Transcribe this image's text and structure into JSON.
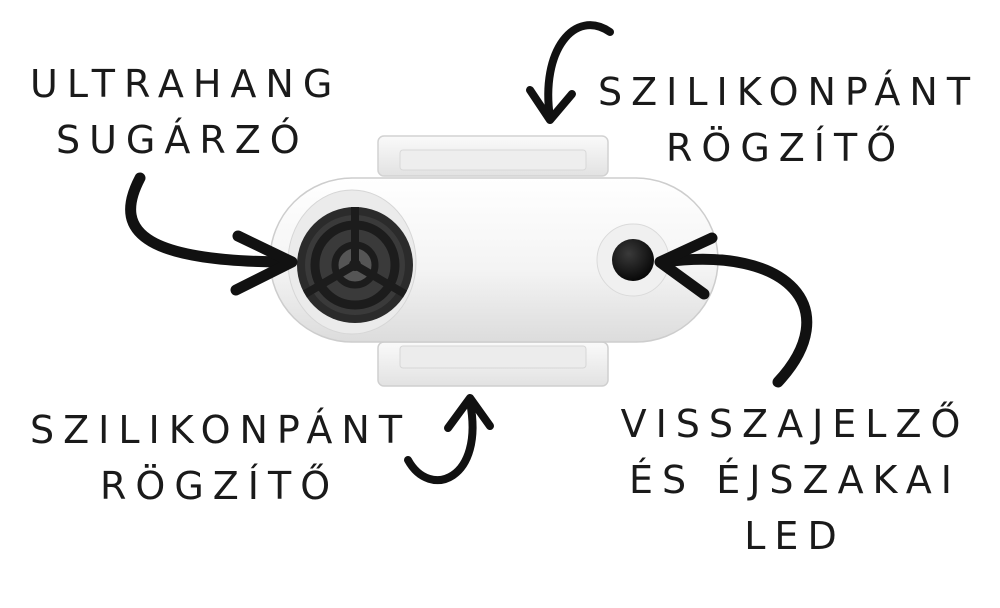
{
  "labels": {
    "emitter": [
      "ULTRAHANG",
      "SUGÁRZÓ"
    ],
    "strap_top": [
      "SZILIKONPÁNT",
      "RÖGZÍTŐ"
    ],
    "strap_bottom": [
      "SZILIKONPÁNT",
      "RÖGZÍTŐ"
    ],
    "led": [
      "VISSZAJELZŐ",
      "ÉS ÉJSZAKAI",
      "LED"
    ]
  },
  "colors": {
    "text": "#1a1a1a",
    "arrow": "#111111",
    "device_body": "#f3f3f3",
    "speaker": "#2b2b2b",
    "led": "#141414"
  },
  "icons": {
    "emitter": "ultrasonic-speaker-grille",
    "led": "led-indicator-dot"
  }
}
